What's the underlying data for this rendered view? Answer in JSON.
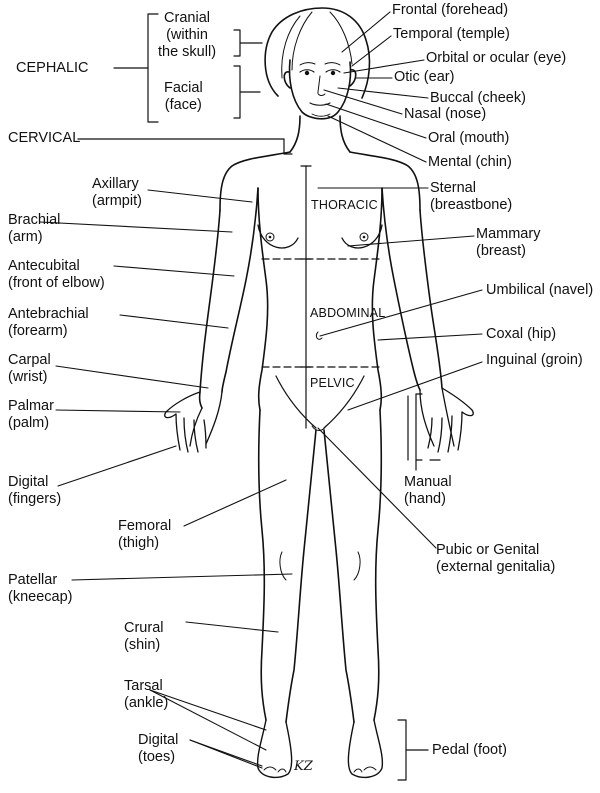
{
  "labels": {
    "cephalic": "CEPHALIC",
    "cranial": [
      "Cranial",
      "(within",
      "the skull)"
    ],
    "facial": [
      "Facial",
      "(face)"
    ],
    "cervical": "CERVICAL",
    "frontal": "Frontal (forehead)",
    "temporal": "Temporal (temple)",
    "orbital": "Orbital or ocular (eye)",
    "otic": "Otic (ear)",
    "buccal": "Buccal (cheek)",
    "nasal": "Nasal (nose)",
    "oral": "Oral (mouth)",
    "mental": "Mental (chin)",
    "sternal": [
      "Sternal",
      "(breastbone)"
    ],
    "mammary": [
      "Mammary",
      "(breast)"
    ],
    "umbilical": "Umbilical (navel)",
    "coxal": "Coxal (hip)",
    "inguinal": "Inguinal (groin)",
    "manual": [
      "Manual",
      "(hand)"
    ],
    "pubic": [
      "Pubic or Genital",
      "(external genitalia)"
    ],
    "pedal": "Pedal (foot)",
    "axillary": [
      "Axillary",
      "(armpit)"
    ],
    "brachial": [
      "Brachial",
      "(arm)"
    ],
    "antecubital": [
      "Antecubital",
      "(front of elbow)"
    ],
    "antebrachial": [
      "Antebrachial",
      "(forearm)"
    ],
    "carpal": [
      "Carpal",
      "(wrist)"
    ],
    "palmar": [
      "Palmar",
      "(palm)"
    ],
    "digital_fingers": [
      "Digital",
      "(fingers)"
    ],
    "femoral": [
      "Femoral",
      "(thigh)"
    ],
    "patellar": [
      "Patellar",
      "(kneecap)"
    ],
    "crural": [
      "Crural",
      "(shin)"
    ],
    "tarsal": [
      "Tarsal",
      "(ankle)"
    ],
    "digital_toes": [
      "Digital",
      "(toes)"
    ],
    "thoracic": "THORACIC",
    "abdominal": "ABDOMINAL",
    "pelvic": "PELVIC",
    "signature": "KZ"
  },
  "colors": {
    "ink": "#111111",
    "background": "#ffffff"
  }
}
